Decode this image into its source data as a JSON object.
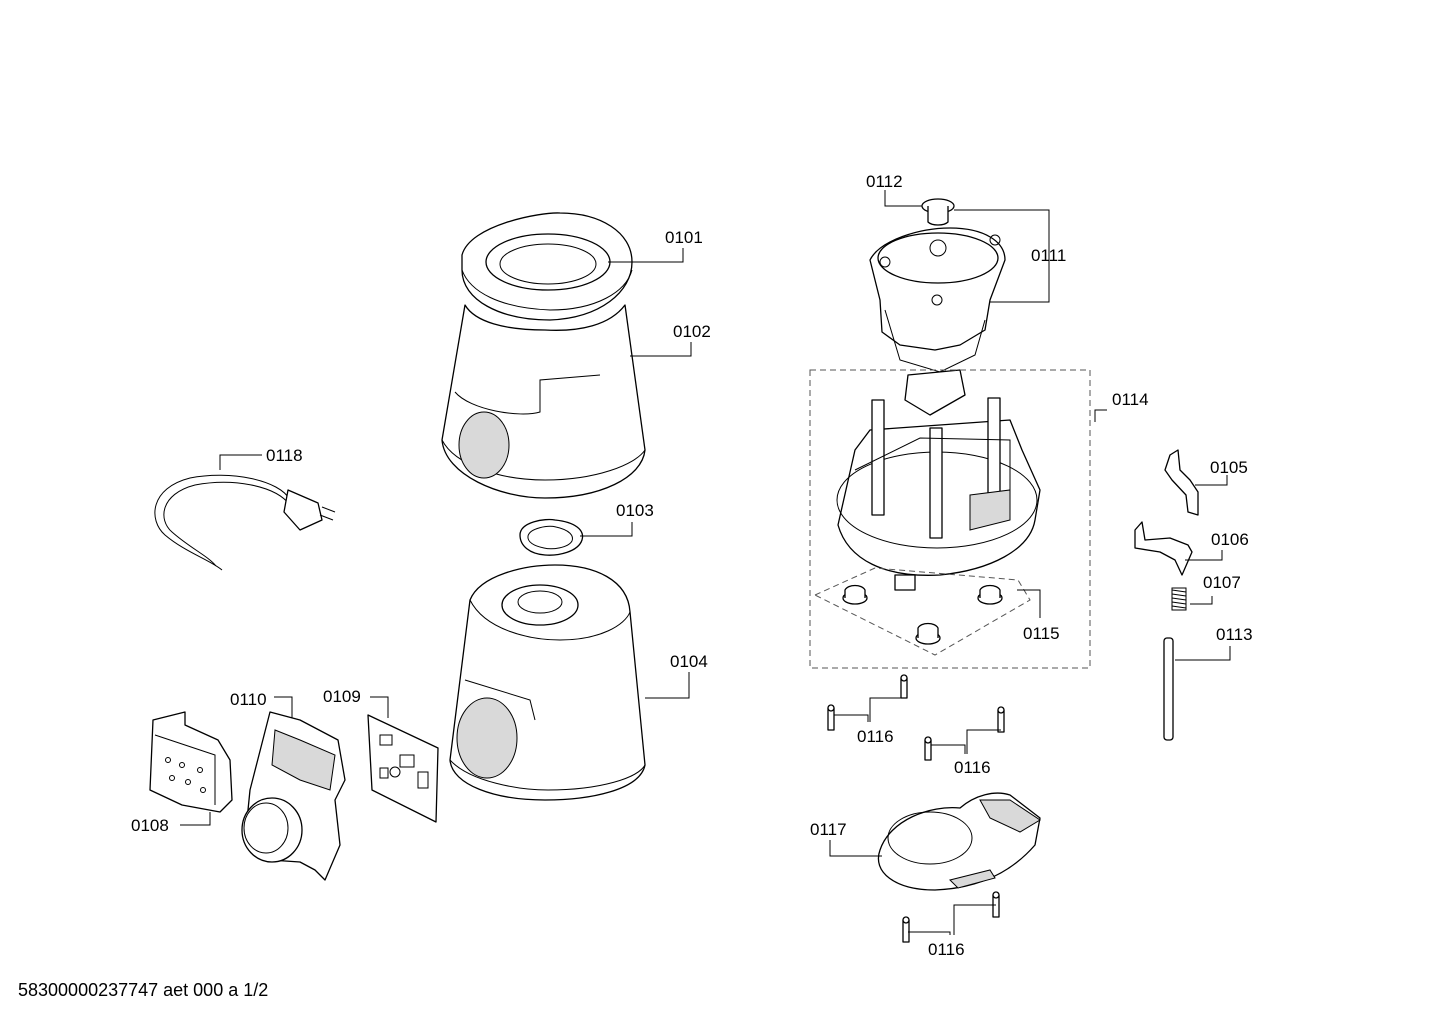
{
  "diagram": {
    "document_id": "58300000237747 aet 000 a 1/2",
    "callouts": {
      "c0101": "0101",
      "c0102": "0102",
      "c0103": "0103",
      "c0104": "0104",
      "c0105": "0105",
      "c0106": "0106",
      "c0107": "0107",
      "c0108": "0108",
      "c0109": "0109",
      "c0110": "0110",
      "c0111": "0111",
      "c0112": "0112",
      "c0113": "0113",
      "c0114": "0114",
      "c0115": "0115",
      "c0116a": "0116",
      "c0116b": "0116",
      "c0116c": "0116",
      "c0117": "0117",
      "c0118": "0118"
    }
  }
}
